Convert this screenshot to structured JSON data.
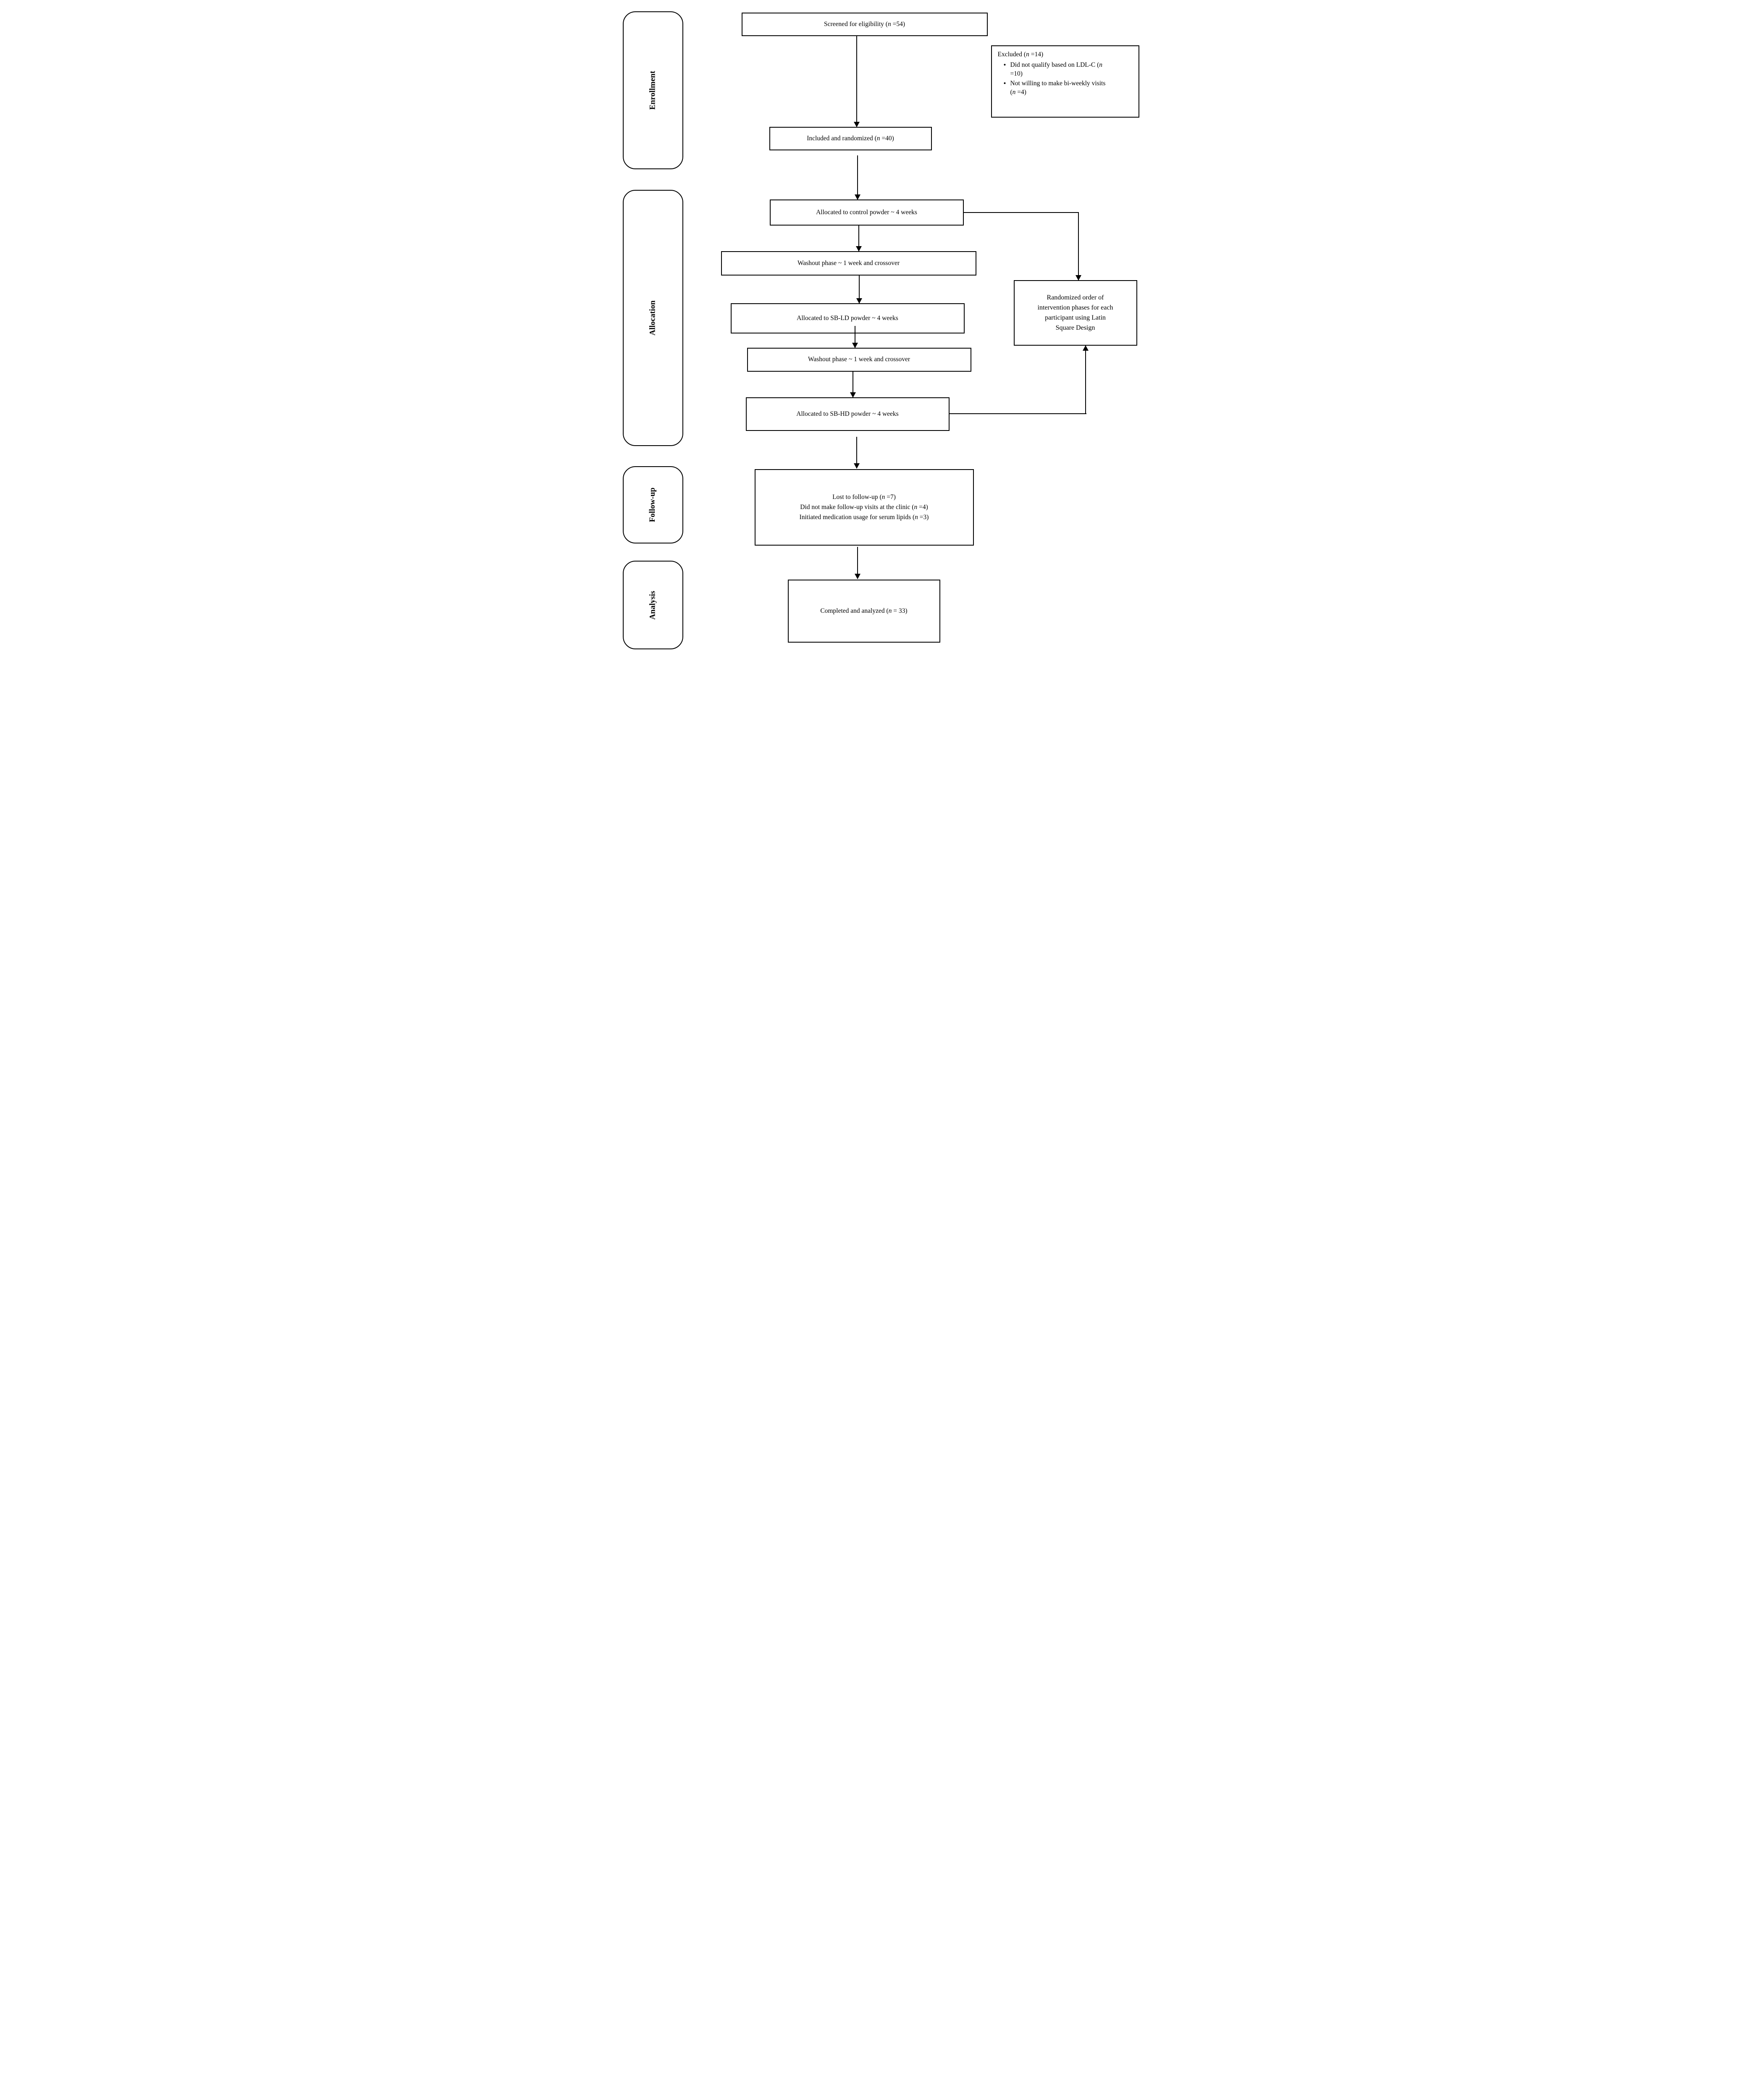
{
  "figure": {
    "type": "consort-crossover-flow-diagram"
  },
  "stages": {
    "enrollment": {
      "label": "Enrollment"
    },
    "allocation": {
      "label": "Allocation"
    },
    "followup": {
      "label": "Follow-up"
    },
    "analysis": {
      "label": "Analysis"
    }
  },
  "boxes": {
    "screened": {
      "segments": [
        {
          "t": "Screened for eligibility ("
        },
        {
          "t": "n",
          "i": true
        },
        {
          "t": " =54)"
        }
      ]
    },
    "excluded": {
      "title": [
        {
          "t": "Excluded ("
        },
        {
          "t": "n",
          "i": true
        },
        {
          "t": " =14)"
        }
      ],
      "bullets": [
        [
          {
            "t": "Did not qualify based on LDL-C ("
          },
          {
            "t": "n",
            "i": true
          },
          {
            "t": " =10)"
          }
        ],
        [
          {
            "t": "Not willing to make bi-weekly visits ("
          },
          {
            "t": "n",
            "i": true
          },
          {
            "t": " =4)"
          }
        ]
      ]
    },
    "included": {
      "segments": [
        {
          "t": "Included and randomized ("
        },
        {
          "t": "n",
          "i": true
        },
        {
          "t": " =40)"
        }
      ]
    },
    "control": {
      "segments": [
        {
          "t": "Allocated to control powder ~ 4 weeks"
        }
      ]
    },
    "washout": {
      "segments": [
        {
          "t": "Washout phase ~ 1 week and crossover"
        }
      ]
    },
    "sb_ld": {
      "segments": [
        {
          "t": "Allocated to SB-LD powder ~ 4 weeks"
        }
      ]
    },
    "sb_hd": {
      "segments": [
        {
          "t": "Allocated to SB-HD powder ~ 4 weeks"
        }
      ]
    },
    "randomized": {
      "segments": [
        {
          "t": "Randomized order of intervention phases for each participant using Latin Square Design"
        }
      ]
    },
    "lost": {
      "lines": [
        [
          {
            "t": "Lost to follow-up ("
          },
          {
            "t": "n",
            "i": true
          },
          {
            "t": " =7)"
          }
        ],
        [
          {
            "t": "Did not make follow-up visits at the clinic ("
          },
          {
            "t": "n",
            "i": true
          },
          {
            "t": " =4)"
          }
        ],
        [
          {
            "t": "Initiated medication usage for serum lipids ("
          },
          {
            "t": "n",
            "i": true
          },
          {
            "t": " =3)"
          }
        ]
      ]
    },
    "completed": {
      "segments": [
        {
          "t": "Completed and analyzed ("
        },
        {
          "t": "n",
          "i": true
        },
        {
          "t": " = 33)"
        }
      ]
    }
  },
  "colors": {
    "line": "#000000",
    "background": "#ffffff"
  }
}
